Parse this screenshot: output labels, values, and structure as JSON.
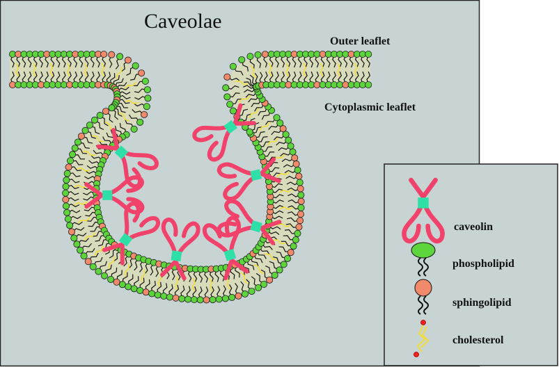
{
  "diagram": {
    "title": "Caveolae",
    "labels": {
      "outer_leaflet": "Outer leaflet",
      "cytoplasmic_leaflet": "Cytoplasmic leaflet"
    },
    "legend": [
      {
        "id": "caveolin",
        "label": "caveolin",
        "icon": "caveolin-icon"
      },
      {
        "id": "phospholipid",
        "label": "phospholipid",
        "icon": "phospholipid-icon"
      },
      {
        "id": "sphingolipid",
        "label": "sphingolipid",
        "icon": "sphingolipid-icon"
      },
      {
        "id": "cholesterol",
        "label": "cholesterol",
        "icon": "cholesterol-icon"
      }
    ],
    "colors": {
      "background": "#c8d4d4",
      "phospholipid": "#5ed43c",
      "sphingolipid": "#f08a6a",
      "caveolin": "#f0426a",
      "caveolin_core": "#2ee0a8",
      "cholesterol": "#f2dc3a",
      "tail": "#111111"
    }
  }
}
